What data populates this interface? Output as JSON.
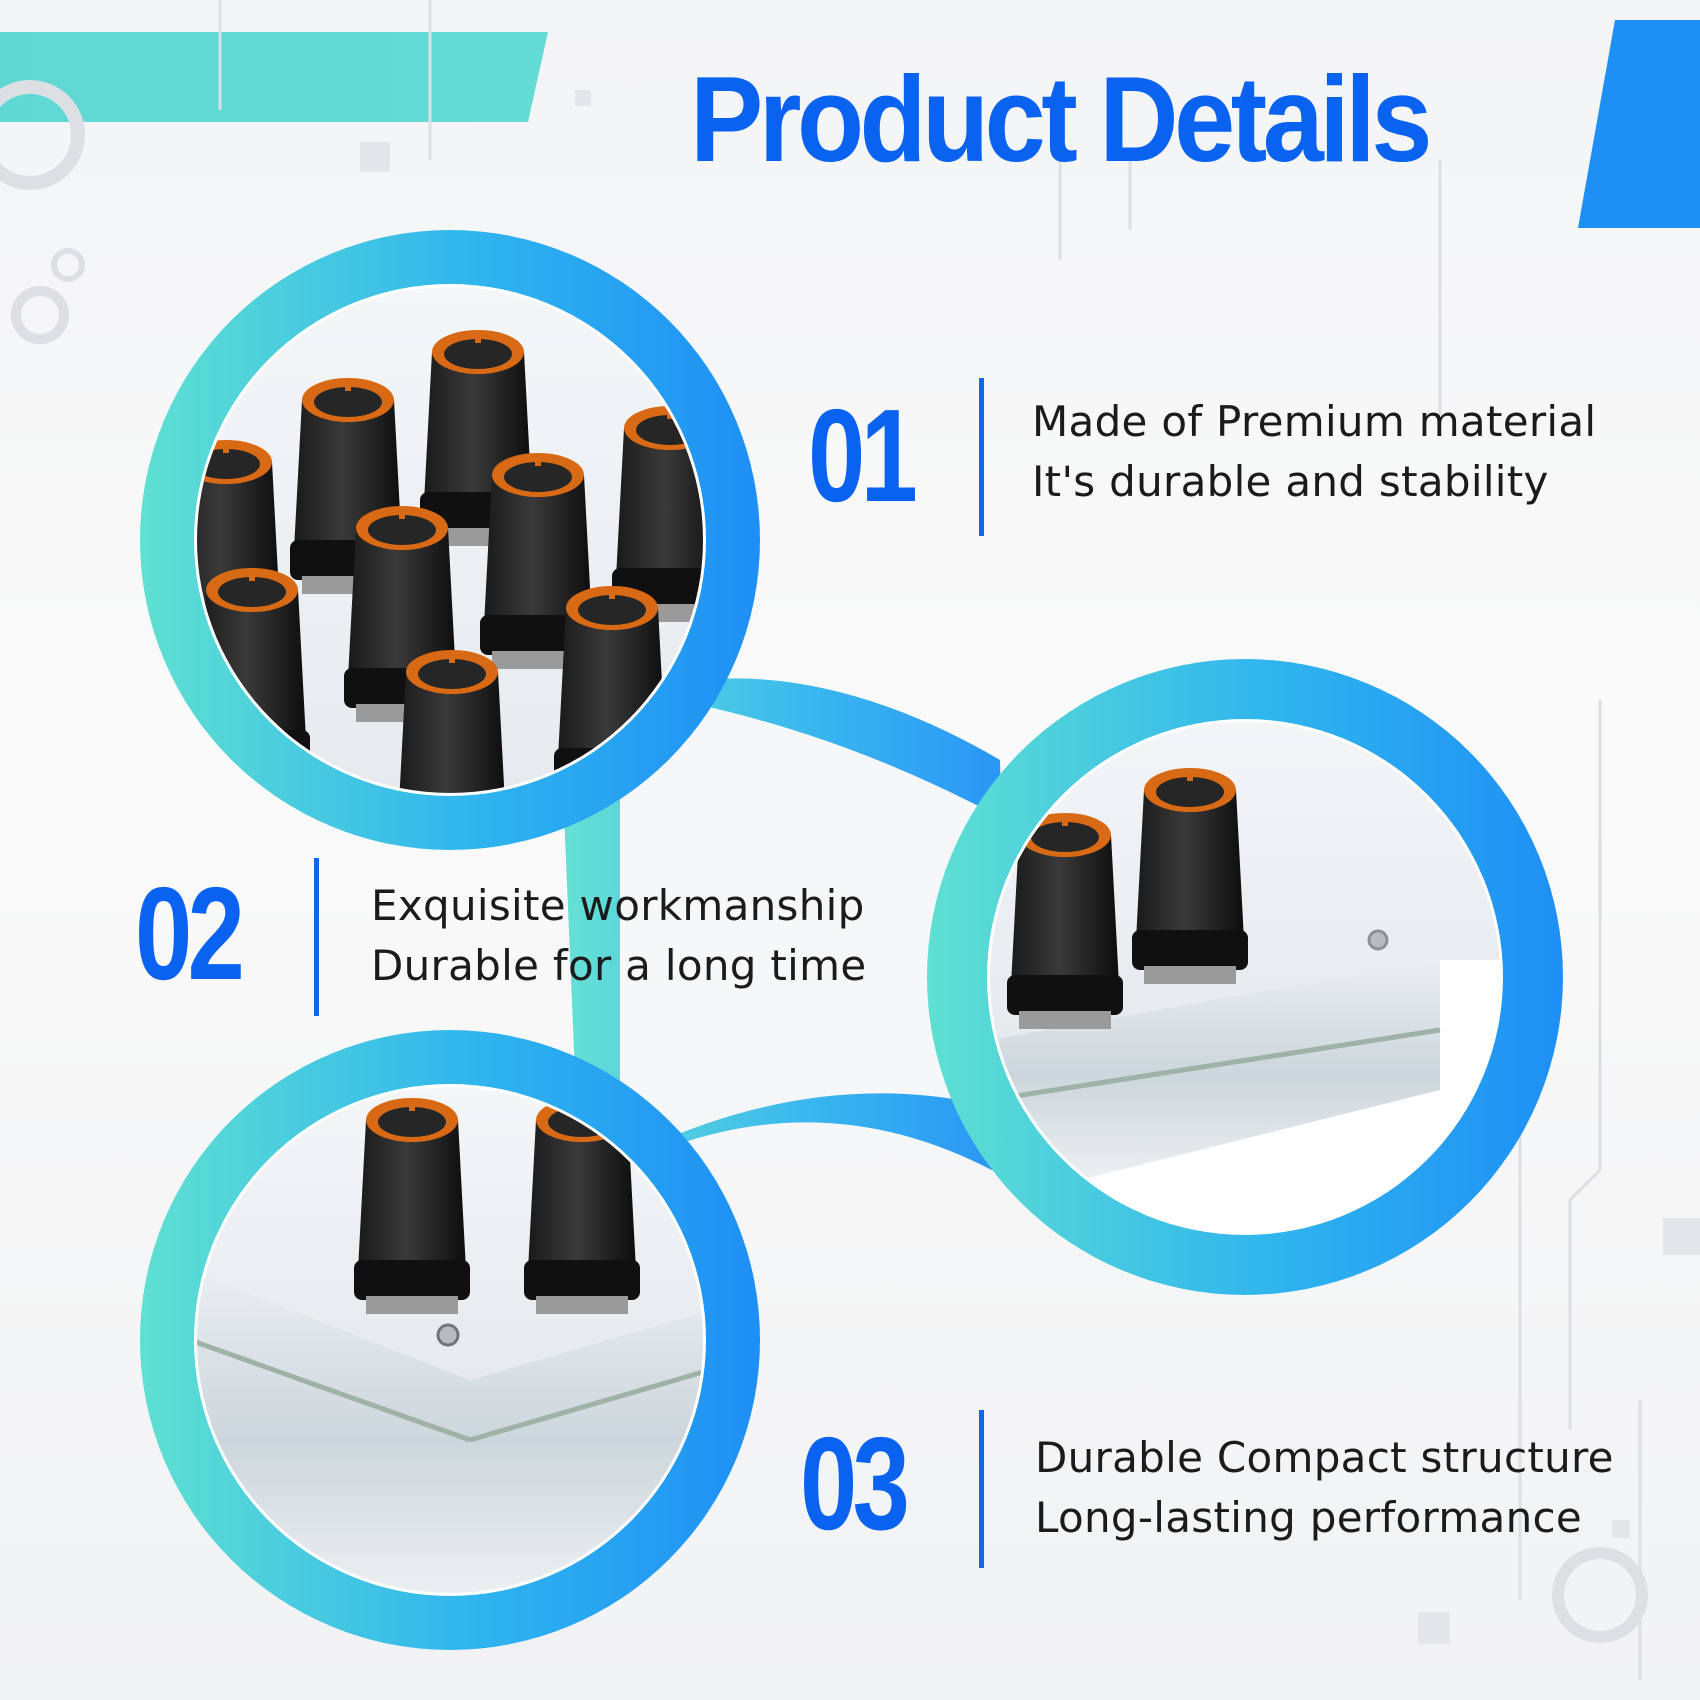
{
  "header": {
    "title": "Product Details"
  },
  "features": [
    {
      "number": "01",
      "line1": "Made of Premium material",
      "line2": "It's durable and stability"
    },
    {
      "number": "02",
      "line1": "Exquisite workmanship",
      "line2": "Durable for a long time"
    },
    {
      "number": "03",
      "line1": "Durable Compact structure",
      "line2": "Long-lasting performance"
    }
  ],
  "colors": {
    "accent": "#0a62f0",
    "teal": "#5fdcd4",
    "blue": "#1e8ff5"
  }
}
